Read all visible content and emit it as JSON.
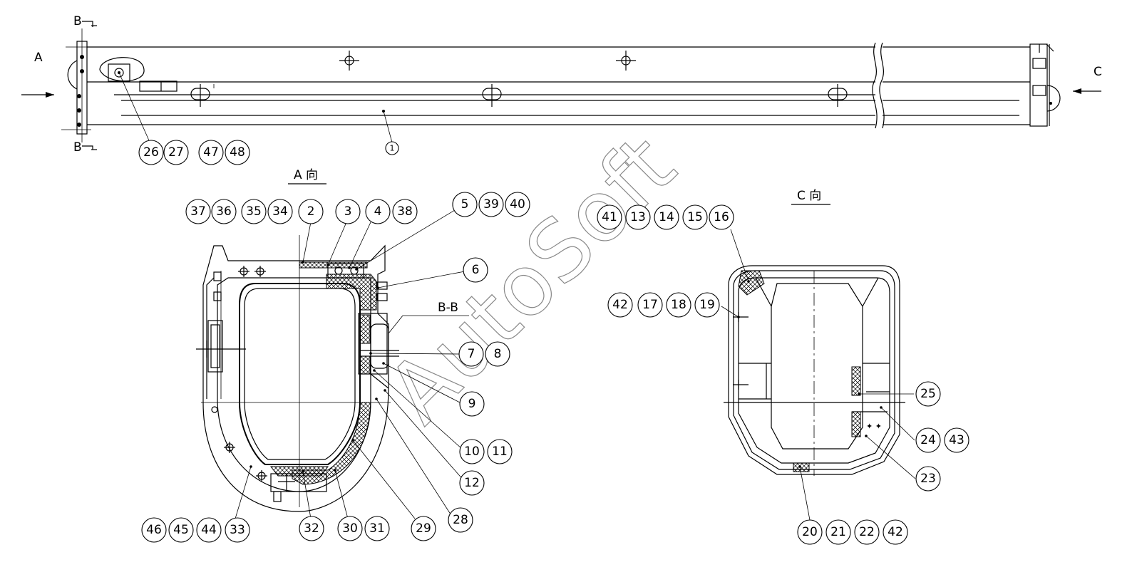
{
  "watermark": "AutoSoft",
  "view_labels": {
    "a_arrow": "A",
    "c_arrow": "C",
    "b_top": "B",
    "b_bottom": "B",
    "view_a": "A 向",
    "view_c": "C 向",
    "section_bb": "B-B"
  },
  "balloons": {
    "main": [
      "1",
      "26",
      "27",
      "47",
      "48"
    ],
    "view_a_top": [
      "37",
      "36",
      "35",
      "34",
      "2",
      "3",
      "4",
      "38",
      "5",
      "39",
      "40"
    ],
    "view_a_right": [
      "6",
      "7",
      "8",
      "9",
      "10",
      "11",
      "12",
      "28",
      "29"
    ],
    "view_a_bottom": [
      "46",
      "45",
      "44",
      "33",
      "32",
      "30",
      "31"
    ],
    "view_c_top": [
      "41",
      "13",
      "14",
      "15",
      "16",
      "42",
      "17",
      "18",
      "19"
    ],
    "view_c_right": [
      "25",
      "24",
      "43",
      "23"
    ],
    "view_c_bottom": [
      "20",
      "21",
      "22",
      "42"
    ]
  }
}
